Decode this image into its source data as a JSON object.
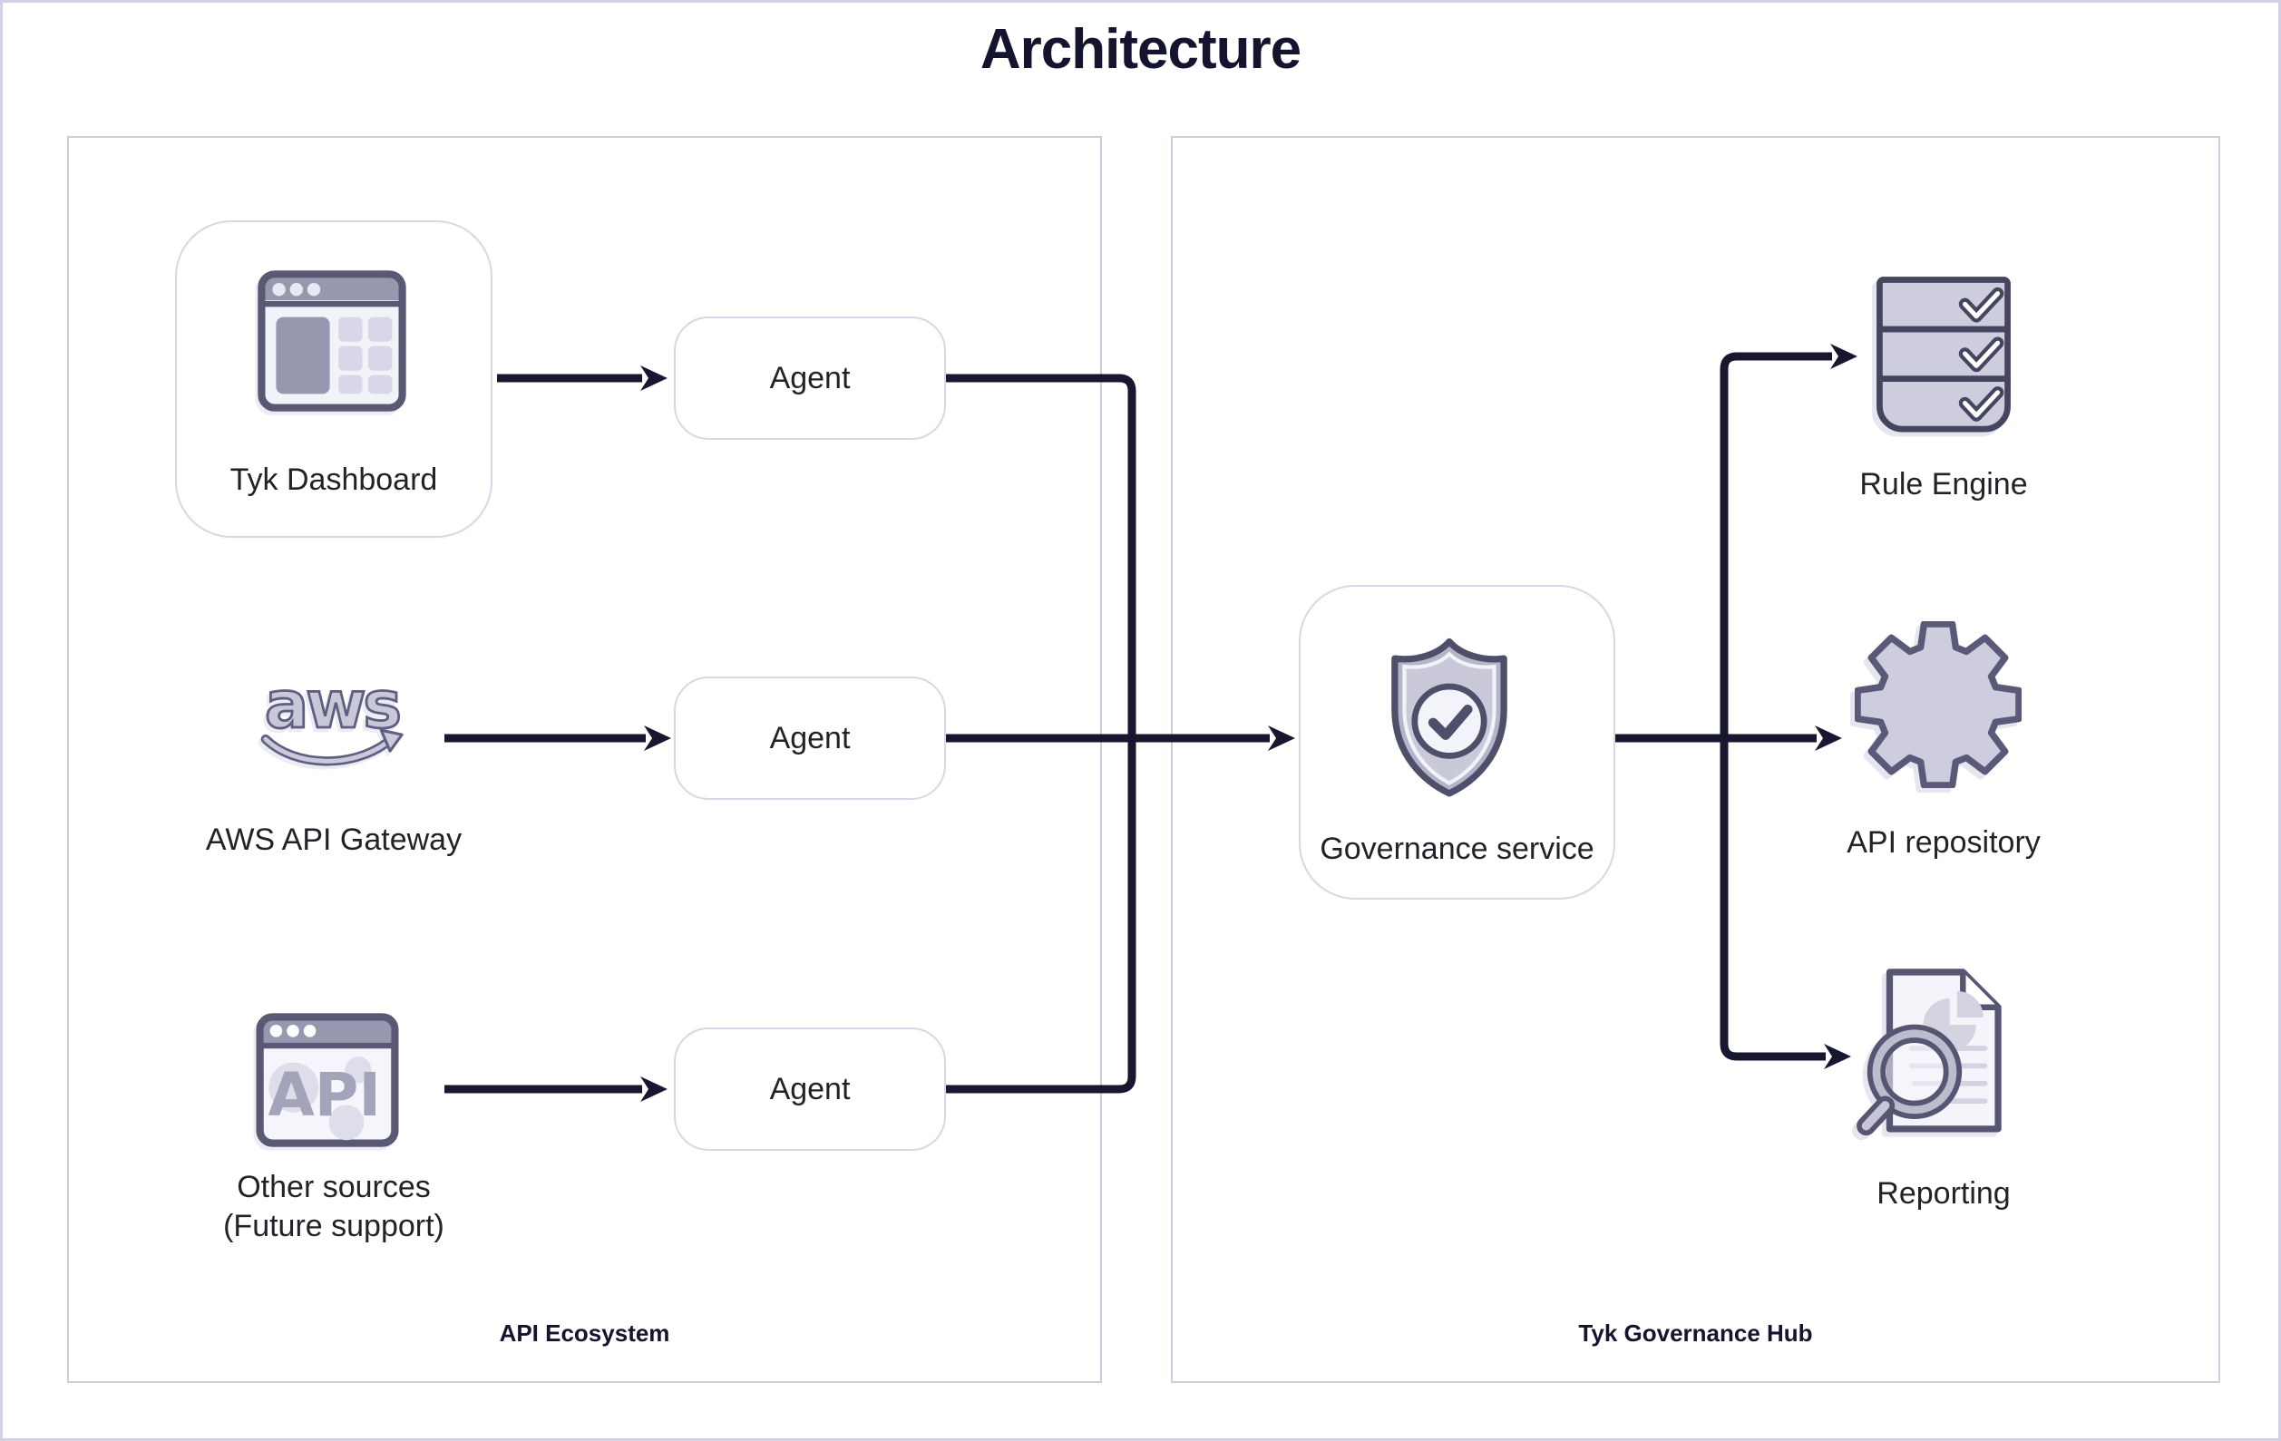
{
  "title": "Architecture",
  "colors": {
    "arrow": "#17172f",
    "page_border": "#d3d0e4",
    "container_border": "#cdcddf",
    "card_border": "#d7d7e8",
    "heading_text": "#14142e",
    "label_text": "#222228",
    "icon_stroke": "#565674",
    "icon_fill": "#cdcdde",
    "icon_fill_light": "#f4f4fa",
    "icon_fill_mid": "#9797af"
  },
  "left_panel": {
    "label": "API Ecosystem",
    "sources": [
      {
        "label": "Tyk Dashboard",
        "icon": "dashboard-window-icon"
      },
      {
        "label": "AWS API Gateway",
        "icon": "aws-logo-icon",
        "logo_text": "aws"
      },
      {
        "label": "Other sources",
        "sublabel": "(Future support)",
        "icon": "api-window-icon",
        "icon_text": "API"
      }
    ],
    "agents": [
      {
        "label": "Agent"
      },
      {
        "label": "Agent"
      },
      {
        "label": "Agent"
      }
    ]
  },
  "right_panel": {
    "label": "Tyk Governance Hub",
    "service": {
      "label": "Governance service",
      "icon": "shield-check-icon"
    },
    "outputs": [
      {
        "label": "Rule Engine",
        "icon": "rule-list-icon"
      },
      {
        "label": "API repository",
        "icon": "gear-icon"
      },
      {
        "label": "Reporting",
        "icon": "report-magnifier-icon"
      }
    ]
  }
}
